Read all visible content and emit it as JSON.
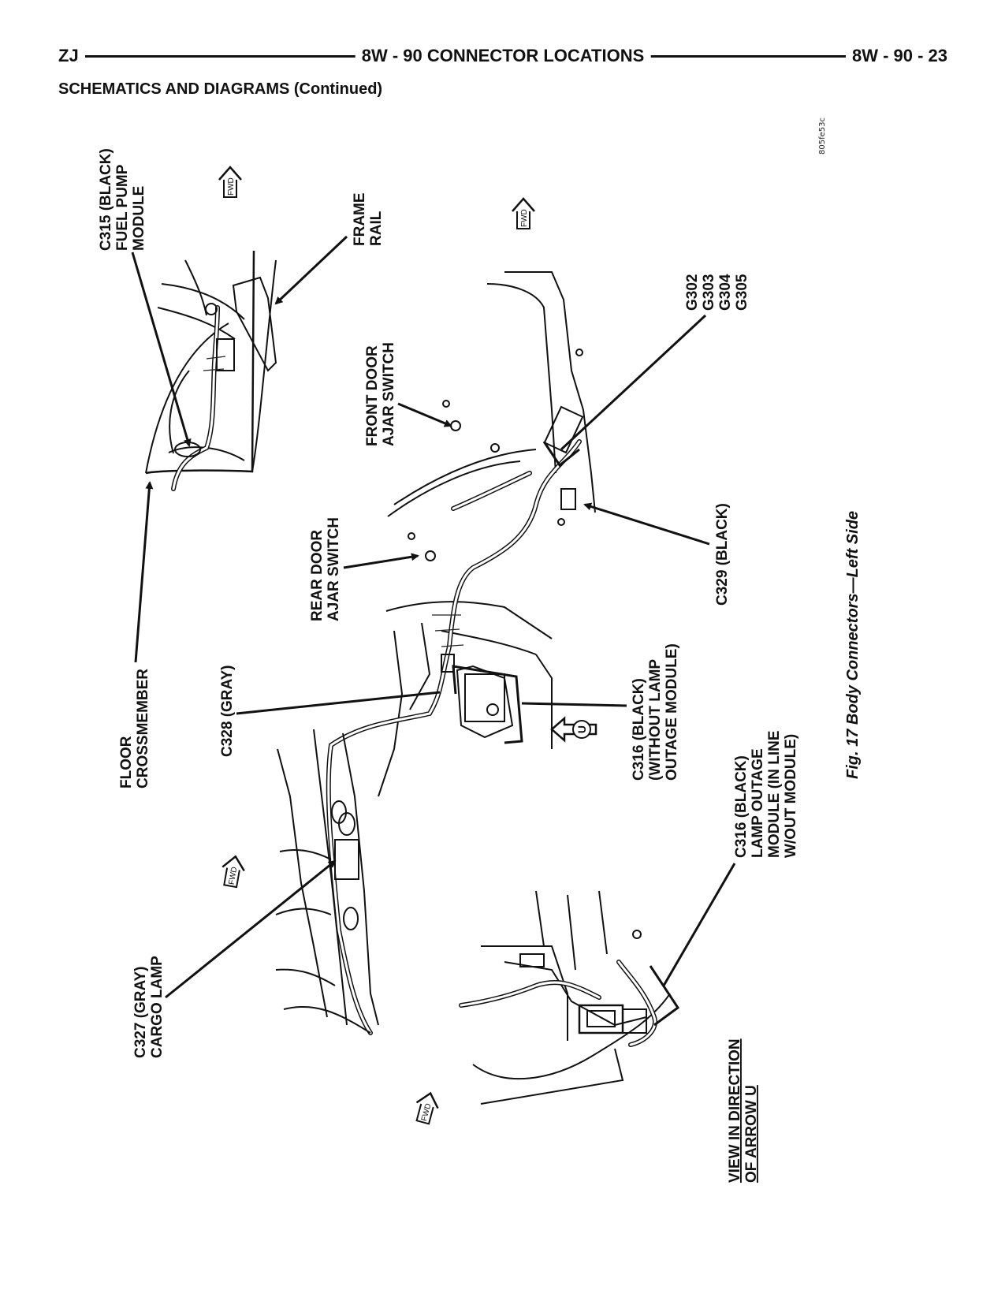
{
  "header": {
    "left": "ZJ",
    "center": "8W - 90 CONNECTOR LOCATIONS",
    "right": "8W - 90 - 23"
  },
  "section_title": "SCHEMATICS AND DIAGRAMS (Continued)",
  "figure": {
    "code": "805fe53c",
    "caption": "Fig. 17 Body Connectors—Left Side",
    "fwd_label": "FWD",
    "arrow_u_label": "U",
    "callouts": {
      "c315": [
        "C315 (BLACK)",
        "FUEL PUMP",
        "MODULE"
      ],
      "frame_rail": [
        "FRAME",
        "RAIL"
      ],
      "floor_crossmember": [
        "FLOOR",
        "CROSSMEMBER"
      ],
      "c328": [
        "C328 (GRAY)"
      ],
      "rear_door_ajar": [
        "REAR DOOR",
        "AJAR SWITCH"
      ],
      "front_door_ajar": [
        "FRONT DOOR",
        "AJAR SWITCH"
      ],
      "grounds": [
        "G302",
        "G303",
        "G304",
        "G305"
      ],
      "c329": [
        "C329 (BLACK)"
      ],
      "c316_without": [
        "C316 (BLACK)",
        "(WITHOUT LAMP",
        "OUTAGE MODULE)"
      ],
      "c316_with": [
        "C316 (BLACK)",
        "LAMP OUTAGE",
        "MODULE (IN LINE",
        "W/OUT MODULE)"
      ],
      "c327": [
        "C327 (GRAY)",
        "CARGO LAMP"
      ],
      "view_u": [
        "VIEW IN DIRECTION",
        "OF ARROW U"
      ]
    }
  }
}
